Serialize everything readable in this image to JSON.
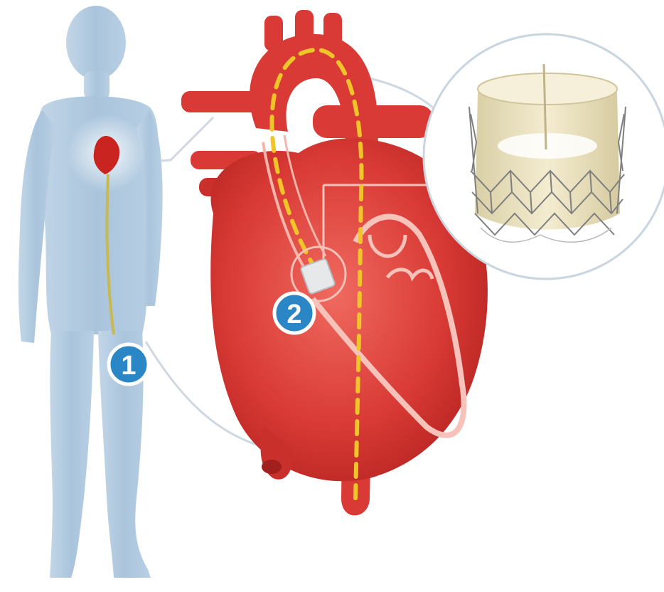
{
  "markers": [
    {
      "label": "1",
      "description_visible": false
    },
    {
      "label": "2",
      "description_visible": false
    }
  ],
  "colors": {
    "background": "#ffffff",
    "body_silhouette": "#a9c4dc",
    "heart_main": "#d93a35",
    "heart_highlight": "#ef6a5f",
    "heart_shadow": "#b3221f",
    "catheter_path": "#f0c52a",
    "leader_lines": "#cfd8e0",
    "marker_fill": "#2b86c5",
    "marker_ring": "#ffffff",
    "valve_fabric": "#efe6c4",
    "valve_frame": "#8a8a8a"
  },
  "icons": {
    "body": "human-silhouette",
    "heart": "heart-anatomy",
    "valve": "transcatheter-valve"
  }
}
